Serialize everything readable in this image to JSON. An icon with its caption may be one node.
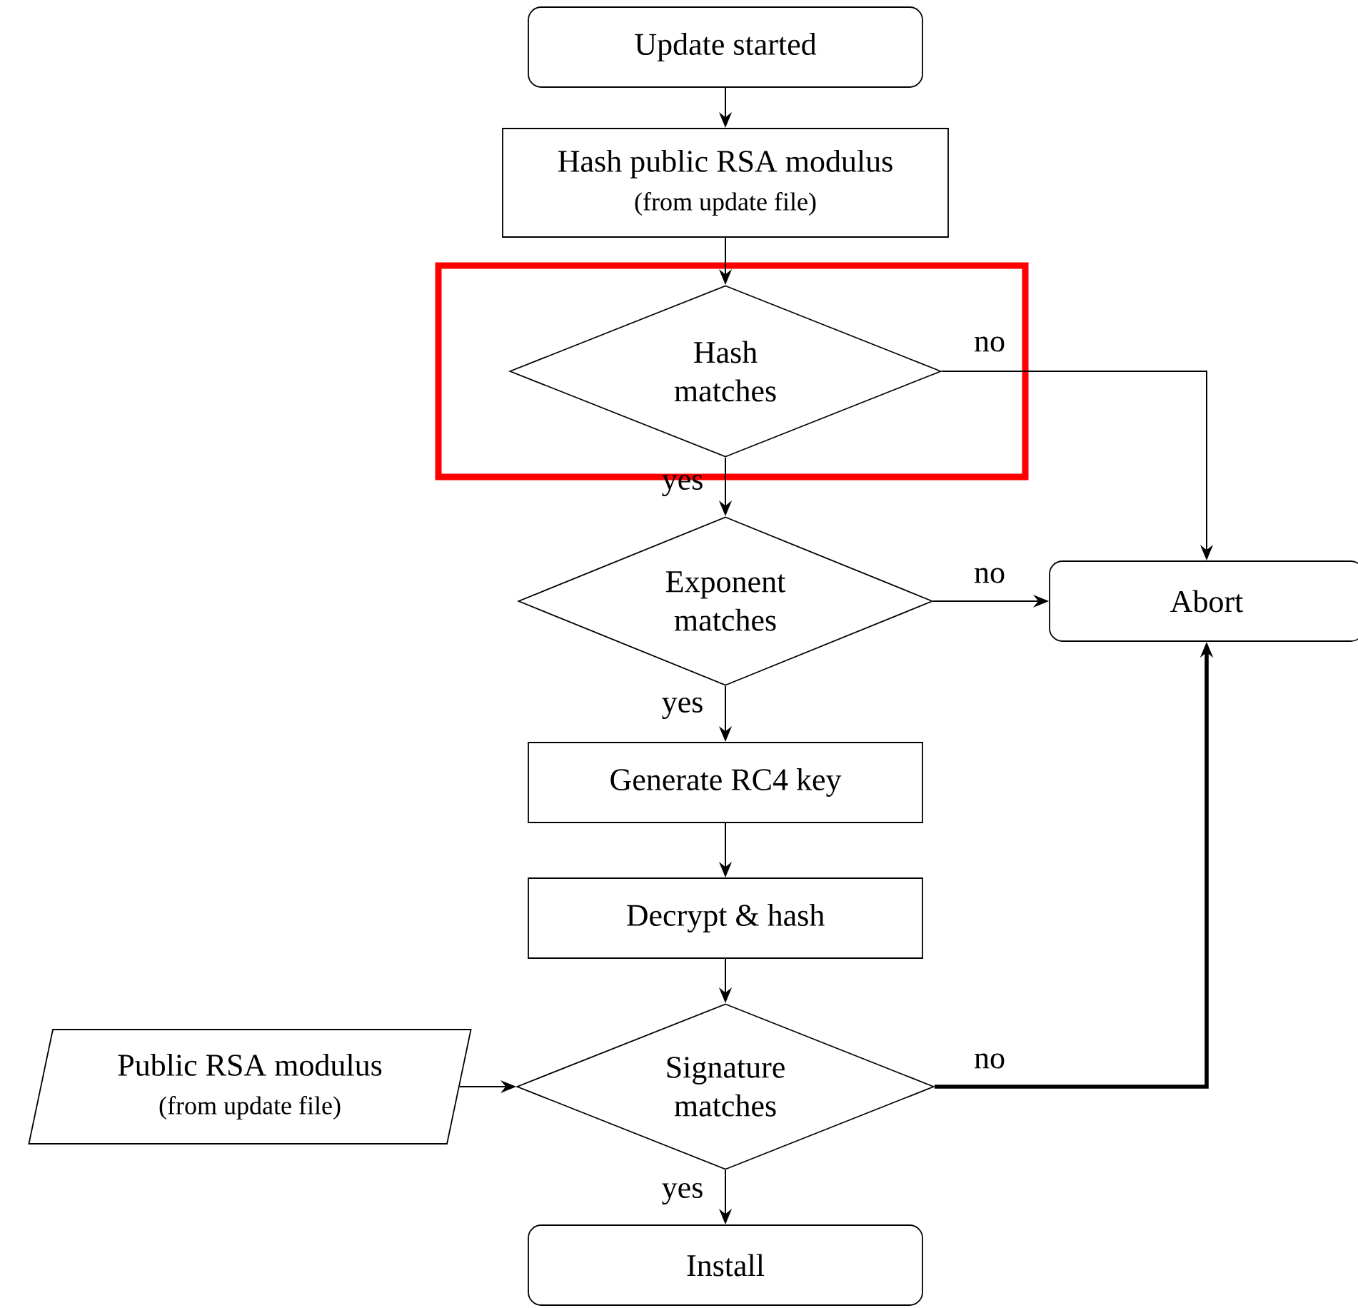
{
  "diagram": {
    "nodes": [
      {
        "text": [
          "Update started"
        ]
      },
      {
        "text": [
          "Hash public RSA modulus",
          "(from update file)"
        ]
      },
      {
        "text": [
          "Hash matches"
        ]
      },
      {
        "text": [
          "Exponent matches"
        ]
      },
      {
        "text": [
          "Abort"
        ]
      },
      {
        "text": [
          "Generate RC4 key"
        ]
      },
      {
        "text": [
          "Decrypt & hash"
        ]
      },
      {
        "text": [
          "Public RSA modulus",
          "(from update file)"
        ]
      },
      {
        "text": [
          "Signature matches"
        ]
      },
      {
        "text": [
          "Install"
        ]
      }
    ],
    "edges": [
      {
        "from": 0,
        "to": 1,
        "arrow": "to"
      },
      {
        "from": 1,
        "to": 2,
        "arrow": "to"
      },
      {
        "from": 2,
        "to": 3,
        "arrow": "to",
        "label": "yes"
      },
      {
        "from": 2,
        "to": 4,
        "arrow": "to",
        "label": "no"
      },
      {
        "from": 3,
        "to": 4,
        "arrow": "to",
        "label": "no"
      },
      {
        "from": 3,
        "to": 5,
        "arrow": "to",
        "label": "yes"
      },
      {
        "from": 5,
        "to": 6,
        "arrow": "to"
      },
      {
        "from": 6,
        "to": 8,
        "arrow": "to"
      },
      {
        "from": 7,
        "to": 8,
        "arrow": "to"
      },
      {
        "from": 8,
        "to": 4,
        "arrow": "to",
        "label": "no",
        "style": "thick"
      },
      {
        "from": 8,
        "to": 9,
        "arrow": "to",
        "label": "yes"
      }
    ]
  }
}
